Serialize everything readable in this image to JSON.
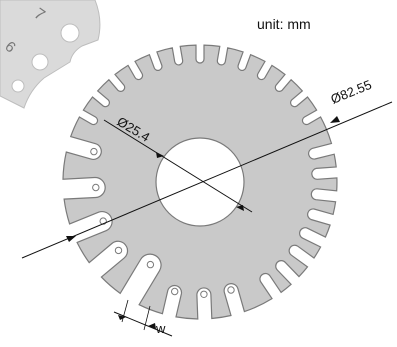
{
  "unit_note": "unit: mm",
  "dimensions": {
    "outer_diameter": "Ø82.55",
    "bore_diameter": "Ø25.4",
    "slot_width": "w"
  },
  "photo_fragment_digits": [
    "6",
    "7"
  ],
  "colors": {
    "plate_fill": "#c9c9c9",
    "plate_edge": "#7a7a7a",
    "background": "#ffffff",
    "dimension_line": "#111111",
    "photo_plate": "#d9d9d9"
  }
}
